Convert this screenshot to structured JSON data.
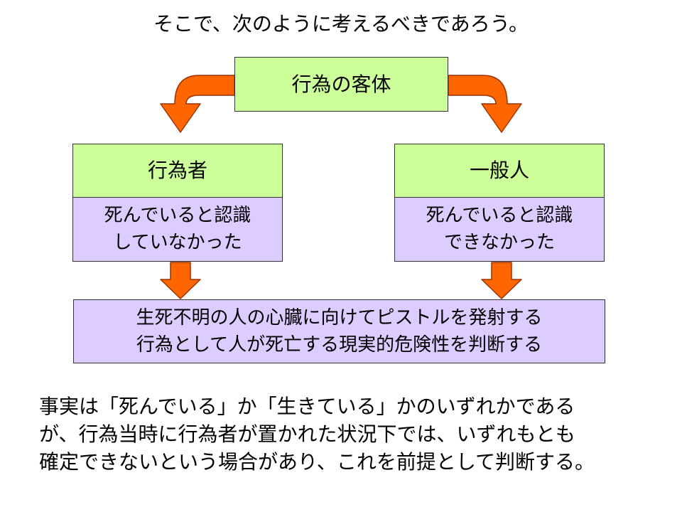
{
  "title": "そこで、次のように考えるべきであろう。",
  "diagram": {
    "object_box": "行為の客体",
    "actor": {
      "head": "行為者",
      "body_lines": [
        "死んでいると認識",
        "していなかった"
      ]
    },
    "public": {
      "head": "一般人",
      "body_lines": [
        "死んでいると認識",
        "できなかった"
      ]
    },
    "judgment_lines": [
      "生死不明の人の心臓に向けてピストルを発射する",
      "行為として人が死亡する現実的危険性を判断する"
    ]
  },
  "explanation_lines": [
    "事実は「死んでいる」か「生きている」かのいずれかである",
    "が、行為当時に行為者が置かれた状況下では、いずれもとも",
    "確定できないという場合があり、これを前提として判断する。"
  ],
  "colors": {
    "box_green": "#ccff99",
    "box_purple": "#ddccff",
    "arrow_fill": "#ff6600",
    "arrow_stroke": "#993300"
  }
}
